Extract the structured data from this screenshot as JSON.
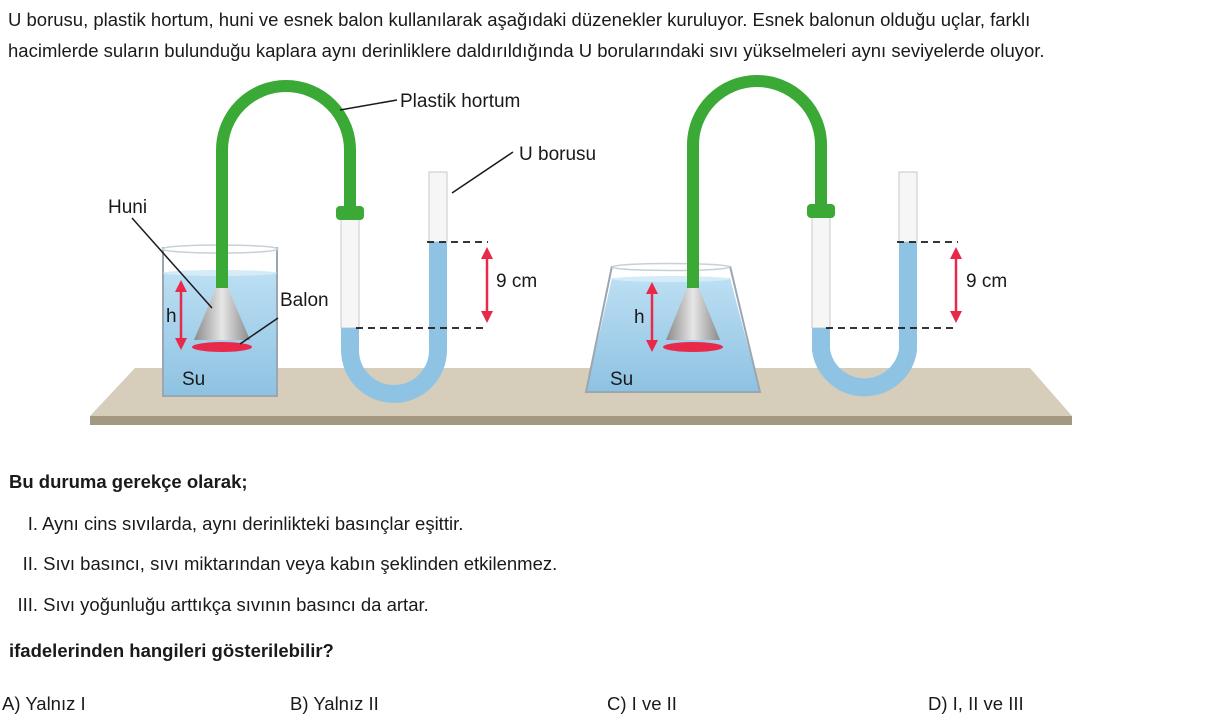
{
  "intro": {
    "line1": "U borusu, plastik hortum, huni ve esnek balon kullanılarak aşağıdaki düzenekler kuruluyor. Esnek balonun olduğu uçlar, farklı",
    "line2": "hacimlerde suların bulunduğu kaplara aynı derinliklere daldırıldığında U borularındaki sıvı yükselmeleri aynı seviyelerde oluyor."
  },
  "figure": {
    "label_hose": "Plastik hortum",
    "label_u_tube": "U borusu",
    "label_funnel": "Huni",
    "label_balloon": "Balon",
    "label_depth_left": "h",
    "label_depth_right": "h",
    "label_water_left": "Su",
    "label_water_right": "Su",
    "label_height_left": "9 cm",
    "label_height_right": "9 cm",
    "colors": {
      "hose": "#3aa935",
      "water": "#a9d4ee",
      "balloon": "#e8294a",
      "arrow": "#e8294a",
      "table": "#cfc6b4"
    }
  },
  "question": {
    "lead": "Bu duruma gerekçe olarak;",
    "statements": [
      {
        "num": "I.",
        "text": "Aynı cins sıvılarda, aynı derinlikteki basınçlar eşittir."
      },
      {
        "num": "II.",
        "text": "Sıvı basıncı, sıvı miktarından veya kabın şeklinden etkilenmez."
      },
      {
        "num": "III.",
        "text": "Sıvı yoğunluğu arttıkça sıvının basıncı da artar."
      }
    ],
    "prompt": "ifadelerinden hangileri gösterilebilir?",
    "choices": [
      {
        "letter": "A)",
        "text": "Yalnız I"
      },
      {
        "letter": "B)",
        "text": "Yalnız II"
      },
      {
        "letter": "C)",
        "text": "I ve II"
      },
      {
        "letter": "D)",
        "text": "I, II ve III"
      }
    ]
  }
}
